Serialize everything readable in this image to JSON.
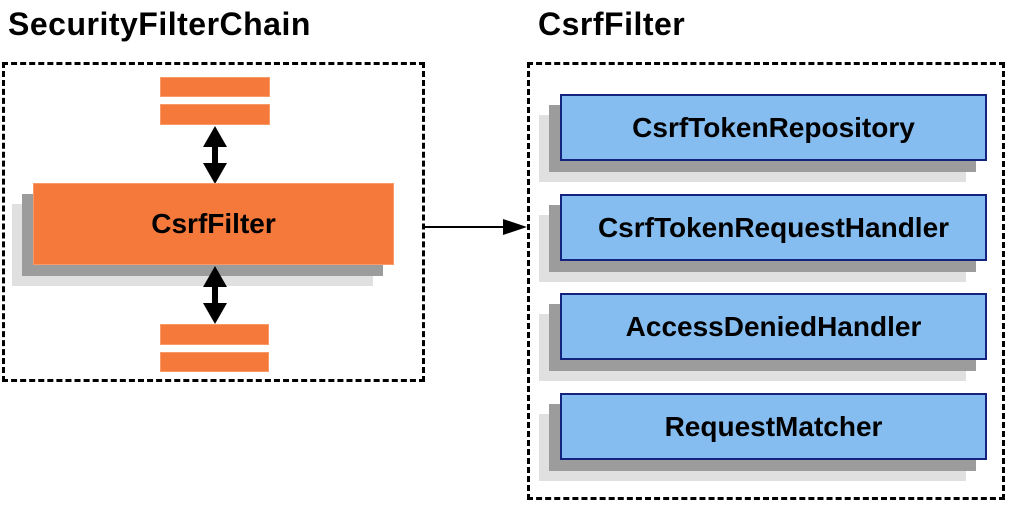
{
  "diagram": {
    "left_panel": {
      "title": "SecurityFilterChain",
      "filter_label": "CsrfFilter"
    },
    "right_panel": {
      "title": "CsrfFilter",
      "components": [
        "CsrfTokenRepository",
        "CsrfTokenRequestHandler",
        "AccessDeniedHandler",
        "RequestMatcher"
      ]
    },
    "colors": {
      "orange": "#f4793b",
      "orange_border": "#f79a66",
      "blue": "#85bdf0",
      "blue_border": "#14237d",
      "shadow_dark": "#9c9c9c",
      "shadow_light": "#e0e0e0",
      "line": "#000000"
    }
  }
}
